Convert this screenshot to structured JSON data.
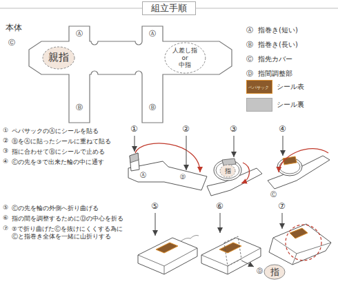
{
  "diagram": {
    "title": "組立手順",
    "nodes": [
      {
        "text": [
          "親指"
        ]
      },
      {
        "text": [
          "人差し指 or 中指"
        ]
      },
      {
        "text": [
          "指"
        ]
      },
      {
        "text": [
          "指"
        ]
      }
    ],
    "labels": [
      "本体",
      "Ⓐ",
      "Ⓐ",
      "Ⓒ",
      "Ⓑ",
      "Ⓑ",
      "Ⓐ",
      "指巻き(短い)",
      "Ⓑ",
      "指巻き(長い)",
      "Ⓒ",
      "指先カバー",
      "Ⓓ",
      "指間調整部",
      "ペパサック",
      "①",
      "ペパサックのⒶにシールを貼る",
      "②",
      "ⒷをⒶに貼ったシールに重ねて貼る",
      "③",
      "指に合わせてⒷにシールで止める",
      "④",
      "Ⓒの先を③で出来た輪の中に通す",
      "⑤",
      "Ⓒの先を輪の外側へ折り曲げる",
      "⑥",
      "指の間を調整するためにⒹの中心を折る",
      "⑦",
      "⑤で折り曲げたⒸを抜けにくくする為に Ⓒと指巻き全体を一緒に山折りする",
      "①",
      "②",
      "③",
      "④",
      "⑤",
      "⑥",
      "⑦",
      "Ⓐ",
      "Ⓑ",
      "Ⓒ",
      "Ⓓ"
    ],
    "legend": [
      {
        "text": "シール表",
        "color": "#8b5a2b"
      },
      {
        "text": "シール裏",
        "color": "#c4c4c4"
      }
    ]
  }
}
